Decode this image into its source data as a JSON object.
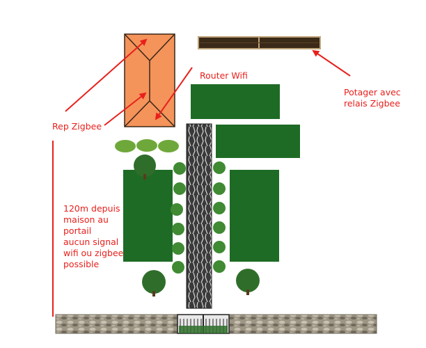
{
  "labels": {
    "router_wifi": "Router Wifi",
    "potager": "Potager avec\nrelais Zigbee",
    "rep_zigbee": "Rep Zigbee",
    "distance_note": "120m depuis\nmaison au\nportail\naucun signal\nwifi ou zigbee\npossible"
  },
  "colors": {
    "annotation": "#e8201c",
    "house_roof": "#f4935a",
    "lawn": "#1e6b26",
    "path": "#3a3a3a",
    "tree": "#2f6e2a",
    "planter": "#3b2a18",
    "stone_wall": "#9d9584"
  },
  "icons": [
    "house-roof-icon",
    "tree-icon",
    "shrub-icon",
    "gate-icon",
    "stone-wall-icon",
    "garden-planter-icon"
  ]
}
